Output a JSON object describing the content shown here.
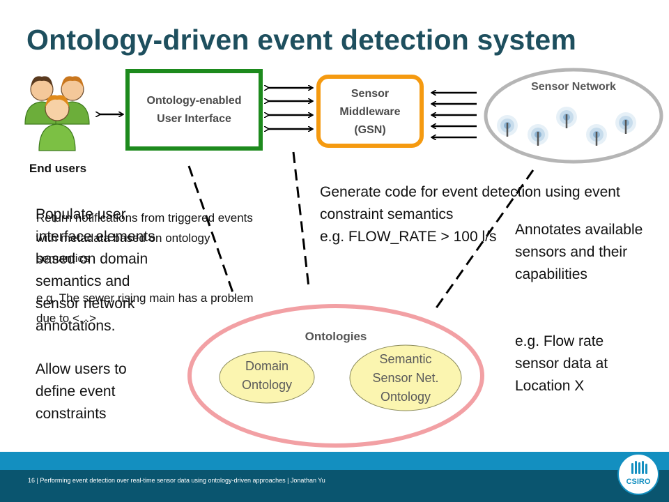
{
  "slide": {
    "title": "Ontology-driven event detection system"
  },
  "diagram": {
    "end_users_label": "End users",
    "ui_box_label": "Ontology-enabled User Interface",
    "middleware_label": "Sensor Middleware (GSN)",
    "sensor_network_label": "Sensor Network",
    "ontologies_label": "Ontologies",
    "domain_ontology_label": "Domain Ontology",
    "ssn_ontology_label": "Semantic Sensor Net. Ontology",
    "colors": {
      "ui_box_border": "#1d8a1d",
      "middleware_border": "#f59a10",
      "sensor_network_border": "#b5b5b5",
      "ontologies_border": "#f2a0a4",
      "ontology_fill": "#fbf5b0"
    }
  },
  "annotations": {
    "populate_ui": "Populate user interface elements based on domain semantics and sensor network annotations.",
    "allow_users": "Allow users to define event constraints",
    "return_notifications": "Return notifications from triggered events with metadata based on ontology semantics",
    "sewer_example": "e.g. The sewer rising main has a problem due to <...>",
    "generate_code": "Generate code for event detection using event constraint semantics",
    "flow_rate_example": "e.g. FLOW_RATE > 100 l/s",
    "annotates_sensors": "Annotates available sensors and their capabilities",
    "flow_rate_sensor": "e.g. Flow rate sensor data at Location X"
  },
  "footer": {
    "page_number": "16",
    "separator": "|",
    "text": "Performing event detection over real-time sensor data using ontology-driven approaches | Jonathan Yu",
    "logo_text": "CSIRO"
  }
}
